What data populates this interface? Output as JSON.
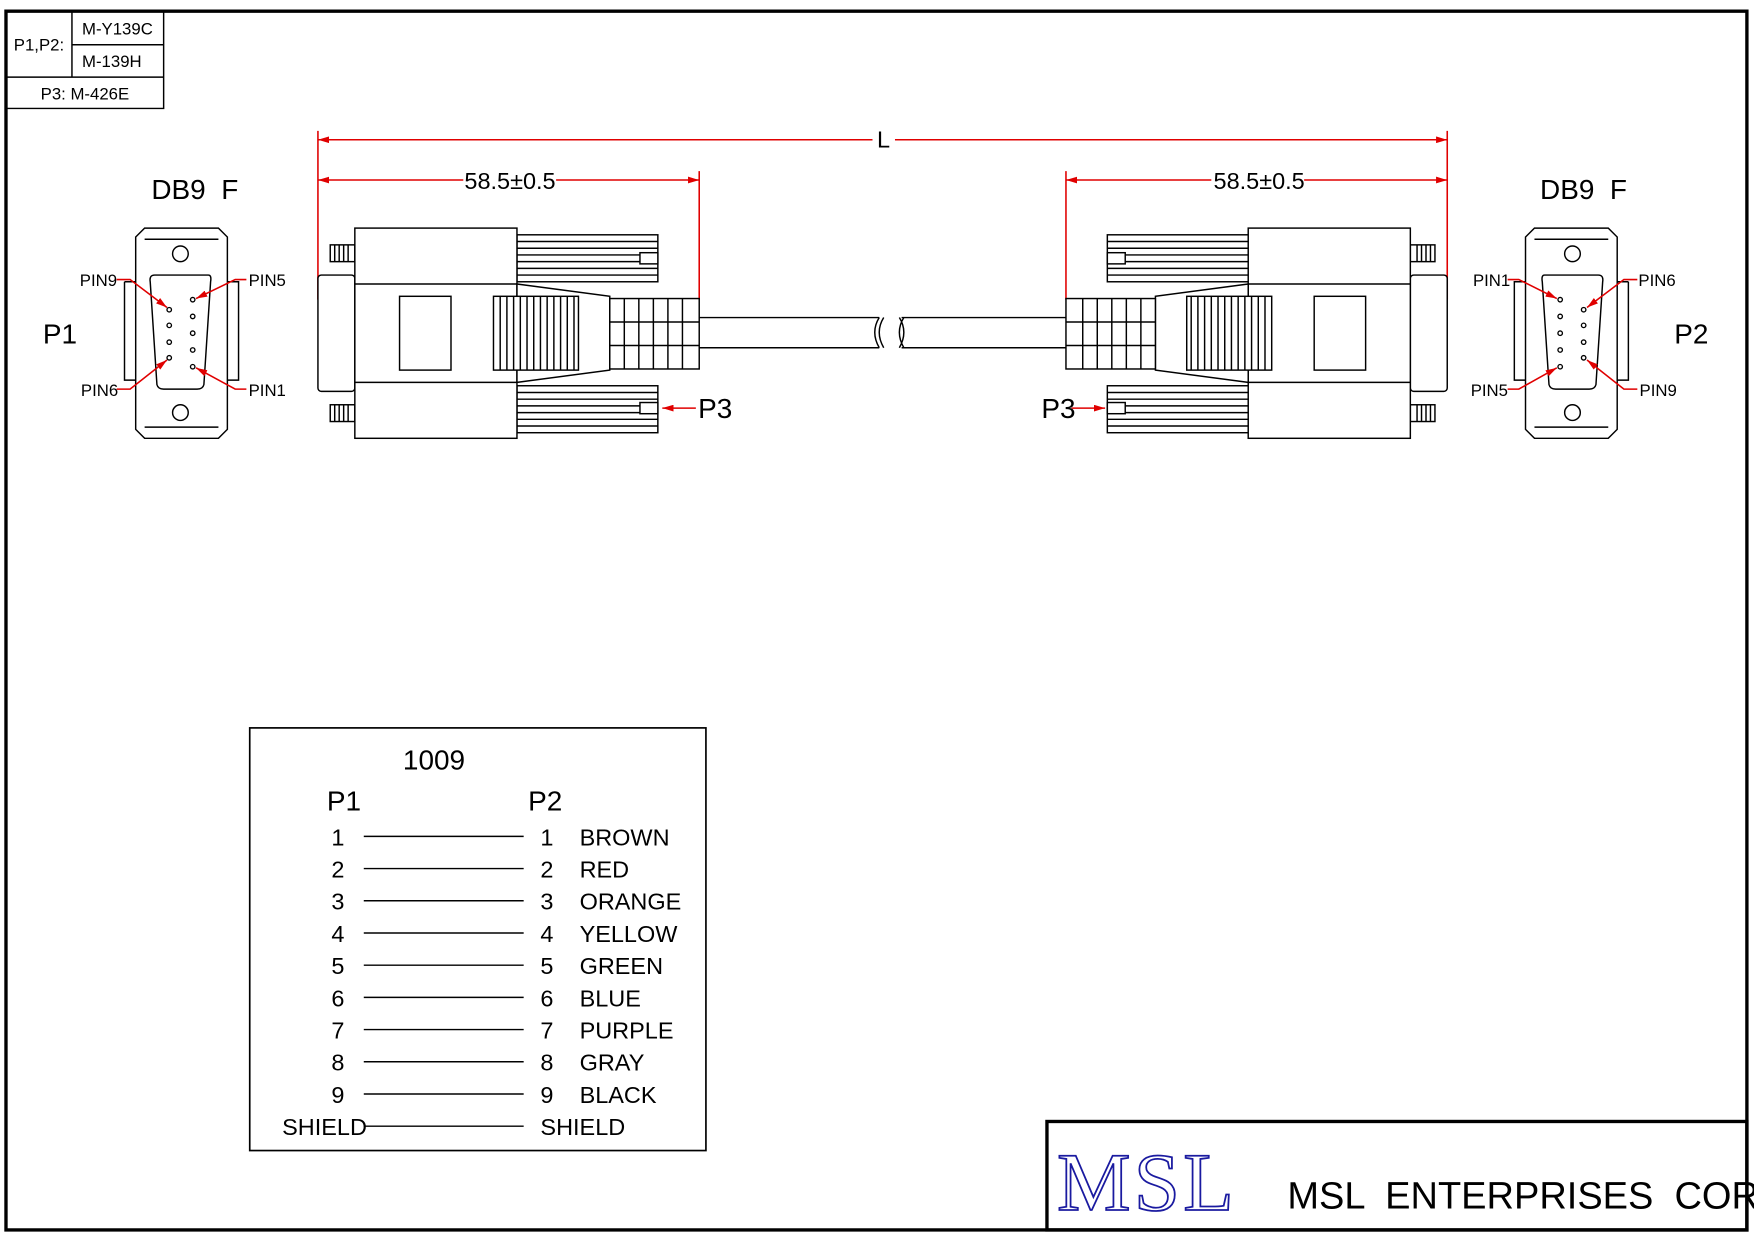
{
  "parts_table": {
    "p1p2_label": "P1,P2:",
    "p1p2_parts": [
      "M-Y139C",
      "M-139H"
    ],
    "p3_label": "P3: M-426E"
  },
  "dimensions": {
    "overall": "L",
    "left_connector": "58.5±0.5",
    "right_connector": "58.5±0.5"
  },
  "left_end": {
    "name": "P1",
    "type": "DB9  F",
    "pins": {
      "top_left": "PIN9",
      "top_right": "PIN5",
      "bottom_left": "PIN6",
      "bottom_right": "PIN1"
    },
    "p3": "P3"
  },
  "right_end": {
    "name": "P2",
    "type": "DB9  F",
    "pins": {
      "top_left": "PIN1",
      "top_right": "PIN6",
      "bottom_left": "PIN5",
      "bottom_right": "PIN9"
    },
    "p3": "P3"
  },
  "wiring": {
    "title": "1009",
    "col_p1": "P1",
    "col_p2": "P2",
    "rows": [
      {
        "p1": "1",
        "p2": "1",
        "color": "BROWN"
      },
      {
        "p1": "2",
        "p2": "2",
        "color": "RED"
      },
      {
        "p1": "3",
        "p2": "3",
        "color": "ORANGE"
      },
      {
        "p1": "4",
        "p2": "4",
        "color": "YELLOW"
      },
      {
        "p1": "5",
        "p2": "5",
        "color": "GREEN"
      },
      {
        "p1": "6",
        "p2": "6",
        "color": "BLUE"
      },
      {
        "p1": "7",
        "p2": "7",
        "color": "PURPLE"
      },
      {
        "p1": "8",
        "p2": "8",
        "color": "GRAY"
      },
      {
        "p1": "9",
        "p2": "9",
        "color": "BLACK"
      },
      {
        "p1": "SHIELD",
        "p2": "SHIELD",
        "color": ""
      }
    ]
  },
  "title_block": {
    "logo": "MSL",
    "company": "MSL  ENTERPRISES  CORP."
  },
  "colors": {
    "dimension": "#e00000",
    "logo": "#1a1aa0"
  }
}
